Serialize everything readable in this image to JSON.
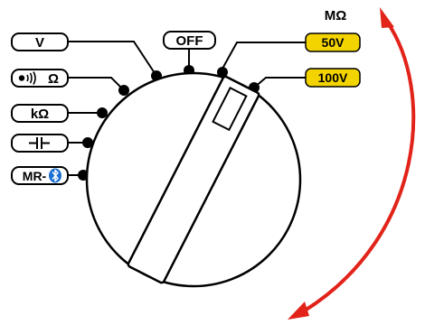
{
  "labels": {
    "off": "OFF",
    "volt": "V",
    "continuity": "Ω",
    "kohm": "kΩ",
    "mr": "MR-",
    "megaohm": "MΩ",
    "v50": "50V",
    "v100": "100V"
  },
  "icons": {
    "continuity_icon": "sound-waves-icon",
    "capacitor_icon": "capacitor-icon",
    "bluetooth_icon": "bluetooth-icon"
  },
  "colors": {
    "knob": "#000000",
    "badge_yellow": "#f3d400",
    "arrow_red": "#e2231a",
    "bluetooth_blue": "#1a6fd1"
  }
}
